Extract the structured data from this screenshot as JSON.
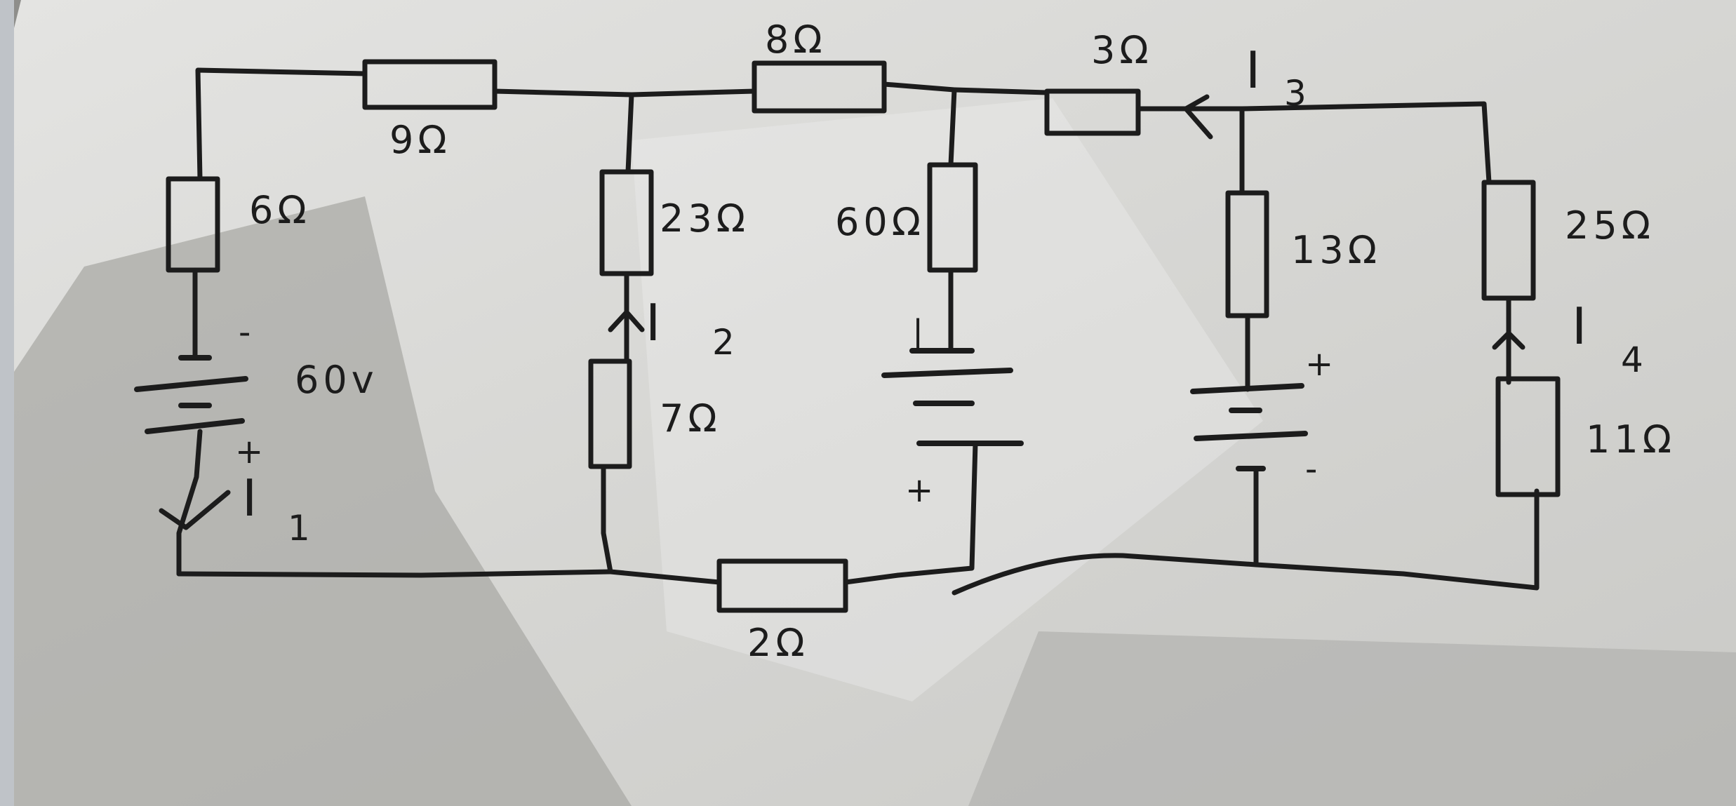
{
  "diagram": {
    "resistors": {
      "r_9": "9Ω",
      "r_8": "8Ω",
      "r_3": "3Ω",
      "r_6": "6Ω",
      "r_23": "23Ω",
      "r_60": "60Ω",
      "r_13": "13Ω",
      "r_25": "25Ω",
      "r_7": "7Ω",
      "r_11": "11Ω",
      "r_2": "2Ω"
    },
    "sources": {
      "left_battery": "60v",
      "left_battery_top_sign": "-",
      "left_battery_bottom_sign": "+",
      "middle_battery_top_sign": "|",
      "middle_battery_bottom_sign": "+",
      "right_battery_top_sign": "+",
      "right_battery_bottom_sign": "-"
    },
    "currents": {
      "i1": {
        "letter": "I",
        "subscript": "1"
      },
      "i2": {
        "letter": "I",
        "subscript": "2"
      },
      "i3": {
        "letter": "I",
        "subscript": "3"
      },
      "i4": {
        "letter": "I",
        "subscript": "4"
      }
    }
  }
}
